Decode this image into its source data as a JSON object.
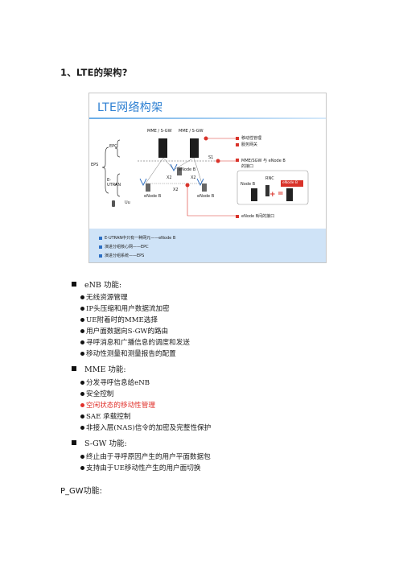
{
  "heading": "1、LTE的架构?",
  "figure": {
    "title": "LTE网络构架",
    "labels": {
      "mme_sgw_1": "MME / S-GW",
      "mme_sgw_2": "MME / S-GW",
      "epc": "EPC",
      "eps": "EPS",
      "e_utran": "E-\nUTRAN",
      "s1": "S1",
      "x2_a": "X2",
      "x2_b": "X2",
      "x2_c": "X2",
      "enodeb_top": "eNode B",
      "enodeb_left": "eNode B",
      "enodeb_right": "eNode B",
      "uu": "Uu",
      "rnc": "RNC",
      "node_b": "Node B",
      "enodeb_box": "eNode B"
    },
    "callouts": [
      "移动性管理",
      "服务网关",
      "MME/SGW 与 eNode B\n的接口",
      "eNode B间的接口"
    ],
    "legend": [
      "E-UTRAN中只有一种网元——eNode B",
      "演进分组核心网——EPC",
      "演进分组系统——EPS"
    ]
  },
  "sections": [
    {
      "title": "eNB 功能:",
      "items": [
        {
          "text": "无线资源管理",
          "highlight": false
        },
        {
          "text": "IP头压缩和用户数据流加密",
          "highlight": false
        },
        {
          "text": "UE附着时的MME选择",
          "highlight": false
        },
        {
          "text": "用户面数据向S-GW的路由",
          "highlight": false
        },
        {
          "text": "寻呼消息和广播信息的调度和发送",
          "highlight": false
        },
        {
          "text": "移动性测量和测量报告的配置",
          "highlight": false
        }
      ]
    },
    {
      "title": "MME 功能:",
      "items": [
        {
          "text": "分发寻呼信息给eNB",
          "highlight": false
        },
        {
          "text": "安全控制",
          "highlight": false
        },
        {
          "text": "空闲状态的移动性管理",
          "highlight": true
        },
        {
          "text": "SAE 承载控制",
          "highlight": false
        },
        {
          "text": "非接入层(NAS)信令的加密及完整性保护",
          "highlight": false
        }
      ]
    },
    {
      "title": "S-GW 功能:",
      "items": [
        {
          "text": "终止由于寻呼原因产生的用户平面数据包",
          "highlight": false
        },
        {
          "text": "支持由于UE移动性产生的用户面切换",
          "highlight": false
        }
      ]
    }
  ],
  "pgw_label": "P_GW功能:",
  "colors": {
    "figure_title": "#2c7fd2",
    "callout_marker": "#d9332a",
    "legend_band": "#cfe3f7",
    "highlight_text": "#e0302a"
  }
}
